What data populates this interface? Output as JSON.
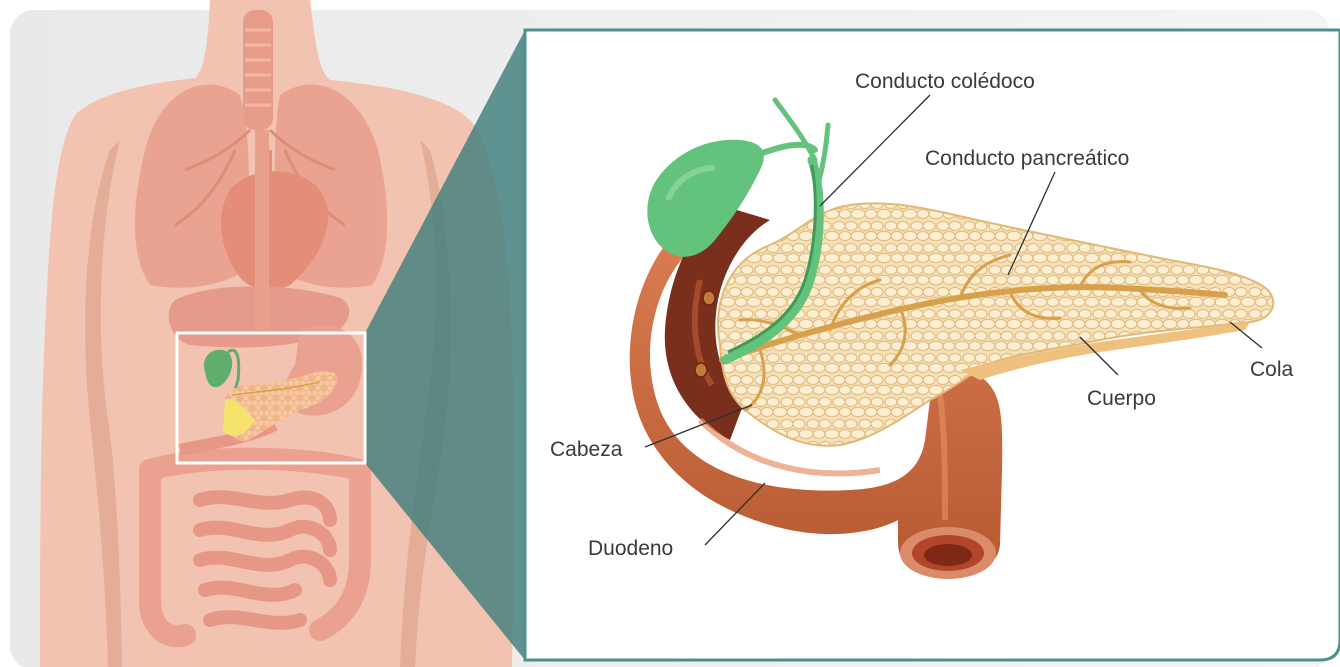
{
  "labels": {
    "common_bile_duct": "Conducto colédoco",
    "pancreatic_duct": "Conducto pancreático",
    "tail": "Cola",
    "body": "Cuerpo",
    "head": "Cabeza",
    "duodenum": "Duodeno"
  },
  "colors": {
    "panel_border": "#4e918c",
    "zoom_band": "#3f7f7c",
    "skin": "#f2c3b0",
    "organ": "#e79e8a",
    "gallbladder": "#63c27c",
    "pancreas": "#f4d9a6",
    "duodenum": "#c86a3f"
  }
}
